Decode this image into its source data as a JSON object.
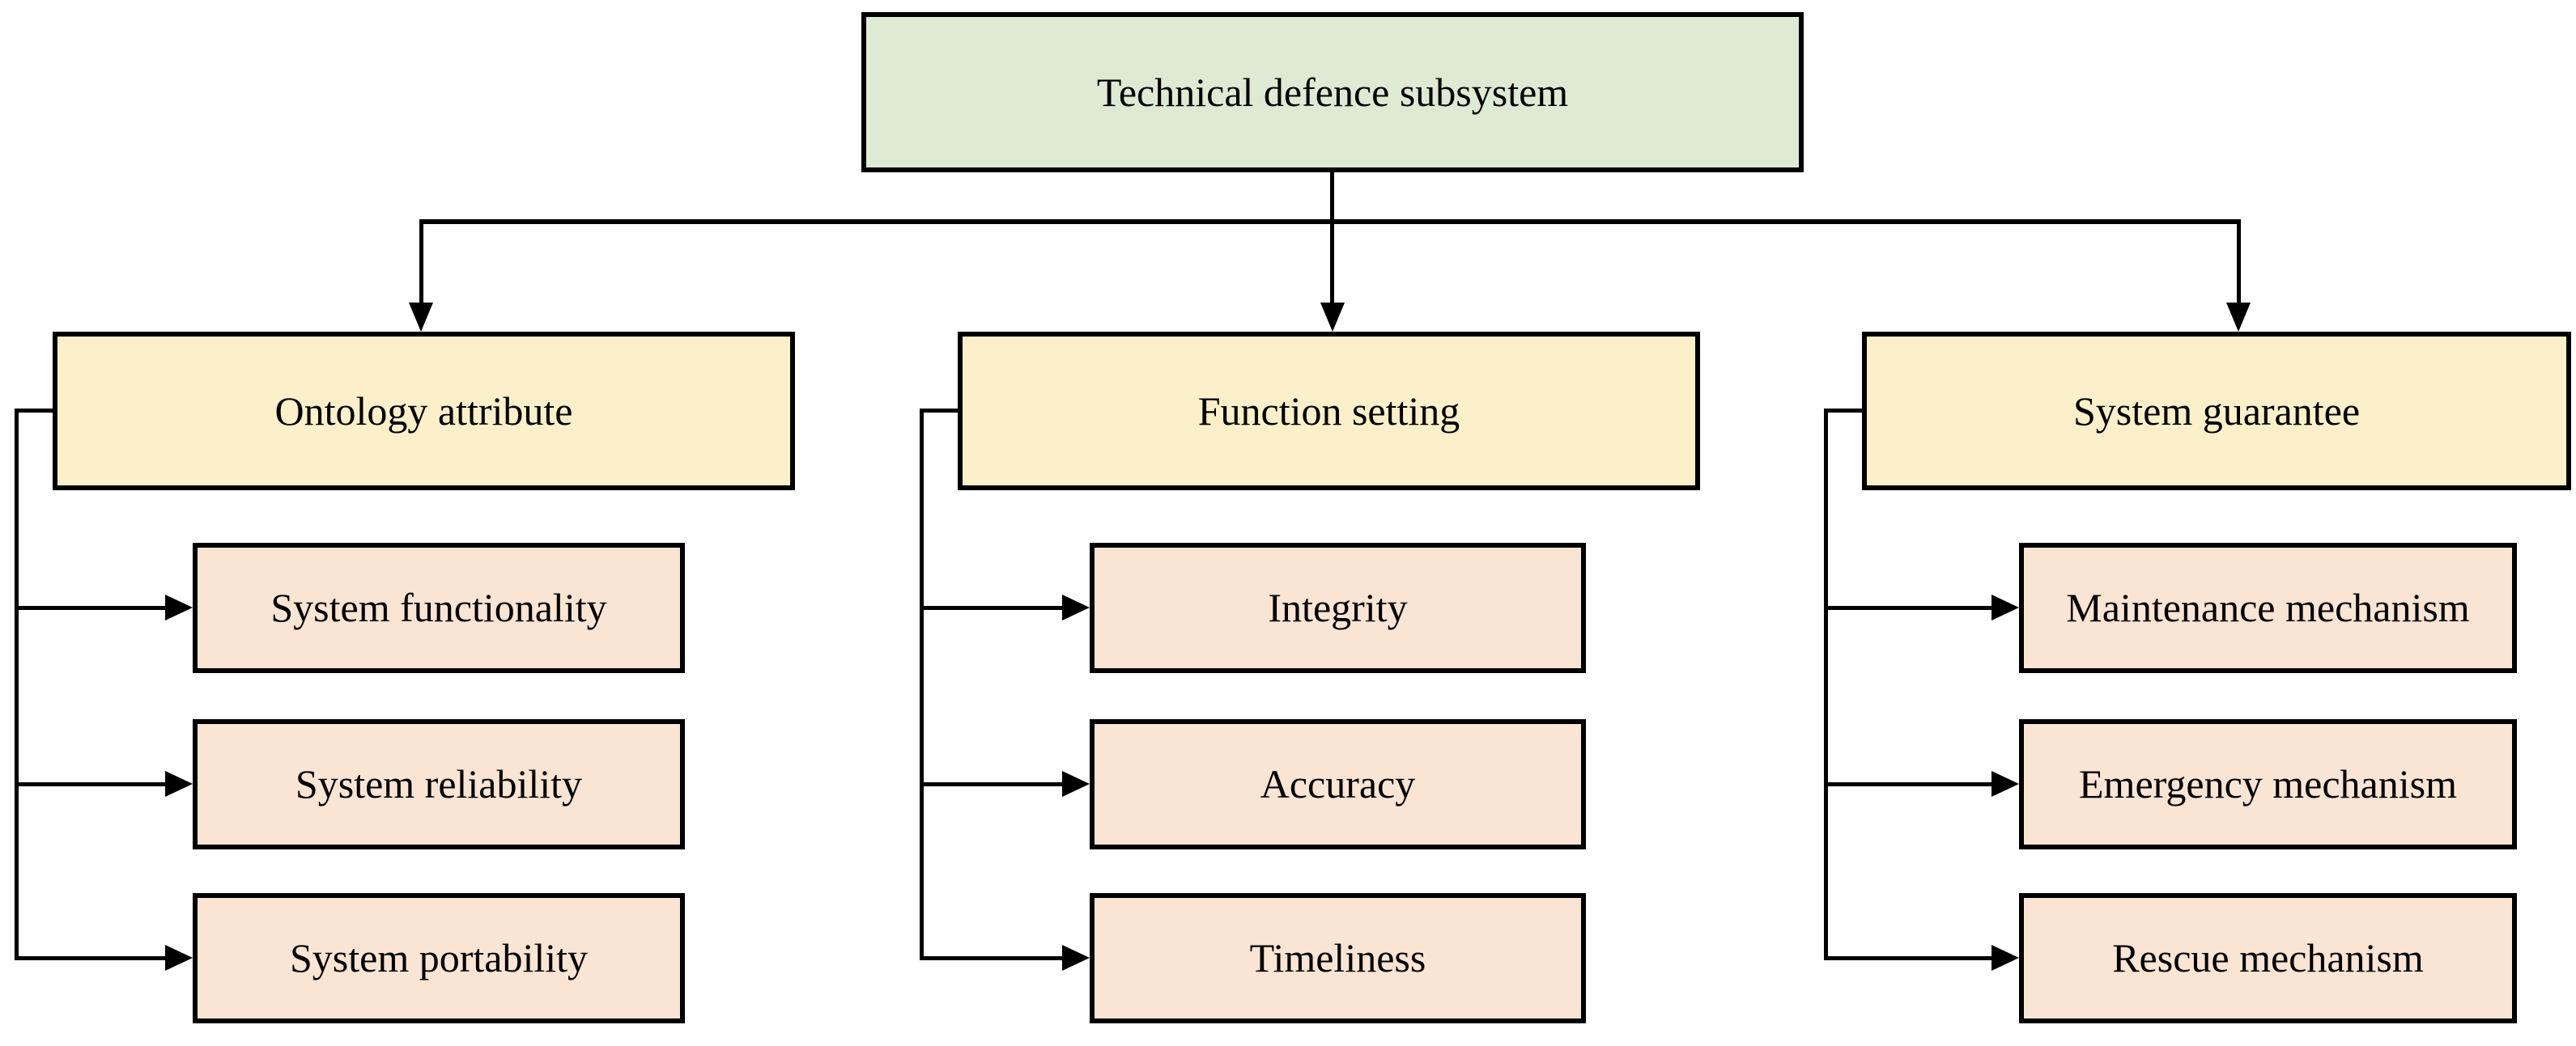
{
  "diagram": {
    "root": {
      "label": "Technical defence subsystem"
    },
    "branches": [
      {
        "label": "Ontology attribute",
        "children": [
          "System functionality",
          "System reliability",
          "System portability"
        ]
      },
      {
        "label": "Function setting",
        "children": [
          "Integrity",
          "Accuracy",
          "Timeliness"
        ]
      },
      {
        "label": "System guarantee",
        "children": [
          "Maintenance mechanism",
          "Emergency mechanism",
          "Rescue mechanism"
        ]
      }
    ],
    "colors": {
      "root_fill": "#DFEAD5",
      "branch_fill": "#FCF0CA",
      "leaf_fill": "#FAE4D4",
      "line": "#000000",
      "border": "#000000"
    }
  }
}
